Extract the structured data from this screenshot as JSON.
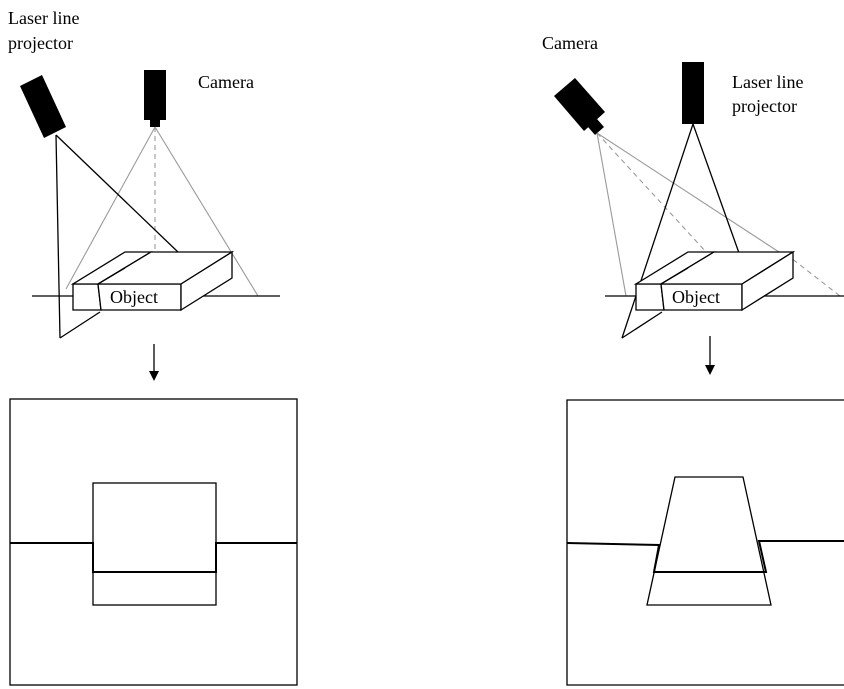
{
  "left_setup": {
    "laser_label_line1": "Laser line",
    "laser_label_line2": "projector",
    "camera_label": "Camera",
    "object_label": "Object"
  },
  "right_setup": {
    "camera_label": "Camera",
    "laser_label_line1": "Laser line",
    "laser_label_line2": "projector",
    "object_label": "Object"
  },
  "colors": {
    "ink": "#000000",
    "camera_ray_gray": "#9a9a9a"
  }
}
